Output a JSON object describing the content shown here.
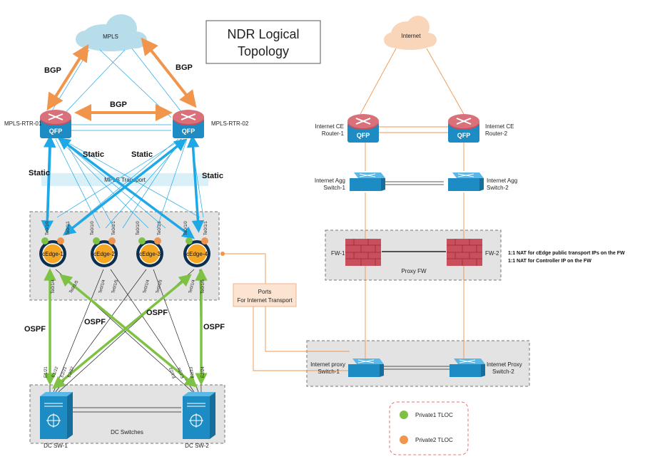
{
  "title": [
    "NDR Logical",
    "Topology"
  ],
  "clouds": {
    "mpls": "MPLS",
    "internet": "Internet"
  },
  "routers": {
    "mpls1": "MPLS-RTR-01",
    "mpls2": "MPLS-RTR-02",
    "inet1": [
      "Internet CE",
      "Router-1"
    ],
    "inet2": [
      "Internet CE",
      "Router-2"
    ],
    "chip": "QFP"
  },
  "protocols": {
    "bgp": "BGP",
    "static": "Static",
    "ospf": "OSPF"
  },
  "transport_band": "MPLS Transport",
  "cedges": [
    "cEdge-1",
    "cEdge-2",
    "cEdge-3",
    "cEdge-4"
  ],
  "switches": {
    "agg1": [
      "Internet Agg",
      "Switch-1"
    ],
    "agg2": [
      "Internet Agg",
      "Switch-2"
    ],
    "proxy1": [
      "Internet proxy",
      "Switch-1"
    ],
    "proxy2": [
      "Internet Proxy",
      "Switch-2"
    ],
    "dc1": "DC SW-1",
    "dc2": "DC SW-2",
    "dc_group": "DC Switches"
  },
  "firewalls": {
    "fw1": "FW-1",
    "fw2": "FW-2",
    "group": "Proxy FW"
  },
  "nat_notes": [
    "1:1 NAT for cEdge public transport IPs on the FW",
    "1:1 NAT for Controller IP on the FW"
  ],
  "ports_box": [
    "Ports",
    "For Internet Transport"
  ],
  "legend": [
    {
      "label": "Private1 TLOC",
      "color": "#7dc242"
    },
    {
      "label": "Private2 TLOC",
      "color": "#f0954b"
    }
  ],
  "port_labels": {
    "top": [
      "Te0/1/0",
      "Te0/1/1",
      "Te0/1/0",
      "Te0/1/1",
      "Te0/1/0",
      "Te0/1/1",
      "Te0/1/0",
      "Te0/1/1"
    ],
    "bottom": [
      "Te0/1/4",
      "Te0/1/5",
      "Te0/1/4",
      "Te0/1/5",
      "Te0/1/4",
      "Te0/1/5",
      "Te0/1/4",
      "Te0/1/5"
    ],
    "dc": [
      "E1/21",
      "E1/22",
      "E2/21",
      "E2/22",
      "E1/23",
      "E1/24",
      "E2/23",
      "E2/24"
    ]
  },
  "colors": {
    "orange": "#f0954b",
    "blue": "#1fa8e6",
    "green": "#7dc242",
    "cloud_mpls": "#b7dcea",
    "cloud_inet": "#f9d5b9",
    "router_red": "#c94f5c",
    "router_blue": "#1d8cc4"
  }
}
